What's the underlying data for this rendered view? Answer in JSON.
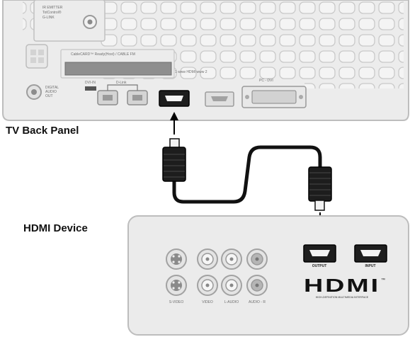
{
  "tv_panel": {
    "title": "TV Back Panel",
    "labels": {
      "ir_emitter": [
        "IR EMITTER",
        "TotControl®",
        "G-LINK"
      ],
      "cablecard": "CableCARD™ Ready(Host) / CABLE FM",
      "hdmi_input": "1 www HDMI www 2",
      "pc_dvi": "PC - DVI",
      "digital_audio": [
        "DIGITAL",
        "AUDIO",
        "OUT"
      ],
      "dvi_in": "DVI-IN",
      "link_label": "D-Link"
    }
  },
  "hdmi_device": {
    "title": "HDMI Device",
    "port_labels": {
      "output": "OUTPUT",
      "input": "INPUT"
    },
    "jack_labels": [
      "S-VIDEO",
      "VIDEO",
      "L-AUDIO",
      "AUDIO - R"
    ],
    "hdmi_logo": "HDMI",
    "hdmi_tm": "™",
    "hdmi_tagline": "HIGH-DEFINITION MULTIMEDIA INTERFACE"
  }
}
